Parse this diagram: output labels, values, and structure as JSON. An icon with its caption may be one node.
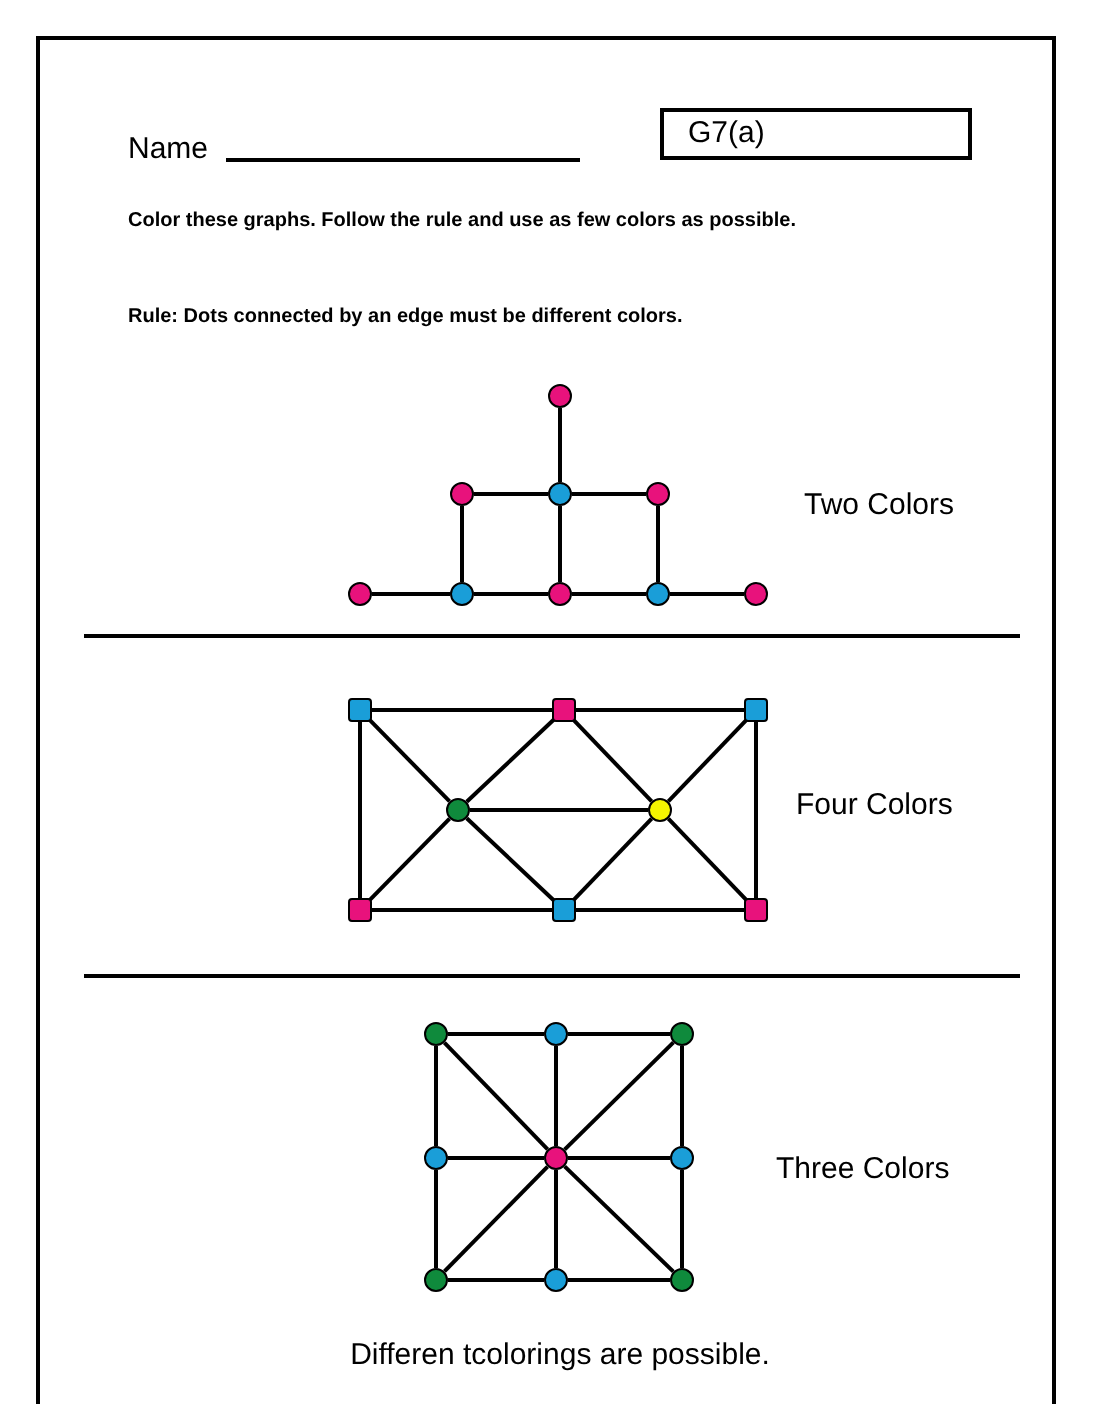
{
  "diagram": {
    "nodes": [
      {
        "text": [
          "G7(a)"
        ]
      },
      {
        "text": [],
        "shape": "circle"
      },
      {
        "text": [],
        "shape": "circle"
      },
      {
        "text": [],
        "shape": "circle"
      },
      {
        "text": [],
        "shape": "circle"
      },
      {
        "text": [],
        "shape": "circle"
      },
      {
        "text": [],
        "shape": "circle"
      },
      {
        "text": [],
        "shape": "circle"
      },
      {
        "text": [],
        "shape": "circle"
      },
      {
        "text": [],
        "shape": "circle"
      },
      {
        "text": [],
        "shape": "box"
      },
      {
        "text": [],
        "shape": "box"
      },
      {
        "text": [],
        "shape": "box"
      },
      {
        "text": [],
        "shape": "circle"
      },
      {
        "text": [],
        "shape": "circle"
      },
      {
        "text": [],
        "shape": "box"
      },
      {
        "text": [],
        "shape": "box"
      },
      {
        "text": [],
        "shape": "box"
      },
      {
        "text": [],
        "shape": "circle"
      },
      {
        "text": [],
        "shape": "circle"
      },
      {
        "text": [],
        "shape": "circle"
      },
      {
        "text": [],
        "shape": "circle"
      },
      {
        "text": [],
        "shape": "circle"
      },
      {
        "text": [],
        "shape": "circle"
      },
      {
        "text": [],
        "shape": "circle"
      },
      {
        "text": [],
        "shape": "circle"
      },
      {
        "text": [],
        "shape": "circle"
      }
    ],
    "edges": [
      {
        "from": 1,
        "to": 3,
        "arrow": "none"
      },
      {
        "from": 2,
        "to": 3,
        "arrow": "none"
      },
      {
        "from": 3,
        "to": 4,
        "arrow": "none"
      },
      {
        "from": 2,
        "to": 6,
        "arrow": "none"
      },
      {
        "from": 3,
        "to": 7,
        "arrow": "none"
      },
      {
        "from": 4,
        "to": 8,
        "arrow": "none"
      },
      {
        "from": 5,
        "to": 6,
        "arrow": "none"
      },
      {
        "from": 6,
        "to": 7,
        "arrow": "none"
      },
      {
        "from": 7,
        "to": 8,
        "arrow": "none"
      },
      {
        "from": 8,
        "to": 9,
        "arrow": "none"
      },
      {
        "from": 10,
        "to": 11,
        "arrow": "none"
      },
      {
        "from": 11,
        "to": 12,
        "arrow": "none"
      },
      {
        "from": 10,
        "to": 15,
        "arrow": "none"
      },
      {
        "from": 12,
        "to": 17,
        "arrow": "none"
      },
      {
        "from": 15,
        "to": 16,
        "arrow": "none"
      },
      {
        "from": 16,
        "to": 17,
        "arrow": "none"
      },
      {
        "from": 10,
        "to": 13,
        "arrow": "none"
      },
      {
        "from": 11,
        "to": 13,
        "arrow": "none"
      },
      {
        "from": 11,
        "to": 14,
        "arrow": "none"
      },
      {
        "from": 12,
        "to": 14,
        "arrow": "none"
      },
      {
        "from": 13,
        "to": 14,
        "arrow": "none"
      },
      {
        "from": 13,
        "to": 15,
        "arrow": "none"
      },
      {
        "from": 13,
        "to": 16,
        "arrow": "none"
      },
      {
        "from": 14,
        "to": 16,
        "arrow": "none"
      },
      {
        "from": 14,
        "to": 17,
        "arrow": "none"
      },
      {
        "from": 18,
        "to": 19,
        "arrow": "none"
      },
      {
        "from": 19,
        "to": 20,
        "arrow": "none"
      },
      {
        "from": 21,
        "to": 22,
        "arrow": "none"
      },
      {
        "from": 22,
        "to": 23,
        "arrow": "none"
      },
      {
        "from": 24,
        "to": 25,
        "arrow": "none"
      },
      {
        "from": 25,
        "to": 26,
        "arrow": "none"
      },
      {
        "from": 18,
        "to": 21,
        "arrow": "none"
      },
      {
        "from": 21,
        "to": 24,
        "arrow": "none"
      },
      {
        "from": 19,
        "to": 22,
        "arrow": "none"
      },
      {
        "from": 22,
        "to": 25,
        "arrow": "none"
      },
      {
        "from": 20,
        "to": 23,
        "arrow": "none"
      },
      {
        "from": 23,
        "to": 26,
        "arrow": "none"
      },
      {
        "from": 18,
        "to": 22,
        "arrow": "none"
      },
      {
        "from": 20,
        "to": 22,
        "arrow": "none"
      },
      {
        "from": 24,
        "to": 22,
        "arrow": "none"
      },
      {
        "from": 26,
        "to": 22,
        "arrow": "none"
      }
    ],
    "labels": [
      "Name",
      "Color these graphs. Follow the rule and use as few colors as possible.",
      "Rule: Dots connected by an edge must be different colors.",
      "Two Colors",
      "Four Colors",
      "Three Colors",
      "Differen tcolorings are possible."
    ]
  }
}
